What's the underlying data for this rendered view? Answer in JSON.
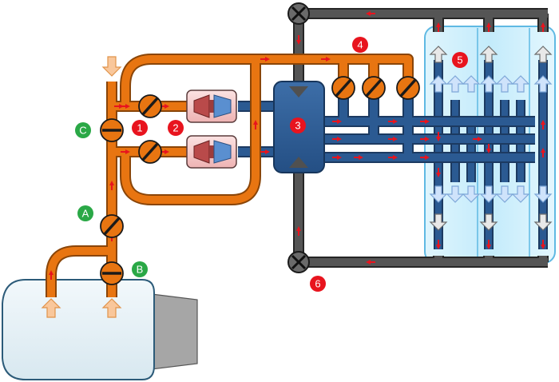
{
  "markers": {
    "red": [
      "1",
      "2",
      "3",
      "4",
      "5",
      "6"
    ],
    "green": [
      "A",
      "B",
      "C"
    ]
  },
  "colors": {
    "bleed_duct": "#e87511",
    "bleed_duct_outline": "#8a4508",
    "conditioned_duct": "#2b5a92",
    "conditioned_duct_outline": "#1c3a61",
    "exhaust_duct": "#505050",
    "exhaust_duct_outline": "#262626",
    "flow_arrow": "#e8141e",
    "valve_fill": "#e87511",
    "marker_red": "#e8141e",
    "marker_green": "#2aa846",
    "cabin_fill": "#c9edfb",
    "cabin_outline": "#5fb9e3",
    "engine_fill": "#e8f3f8",
    "pack_fill": "#f5c6c6"
  },
  "icons": [
    "outside-air-inlet-arrow-icon",
    "flow-direction-arrow-icon",
    "valve-icon",
    "outflow-valve-icon",
    "air-cycle-machine-icon",
    "cabin-supply-arrow-icon",
    "cabin-exhaust-arrow-icon"
  ]
}
